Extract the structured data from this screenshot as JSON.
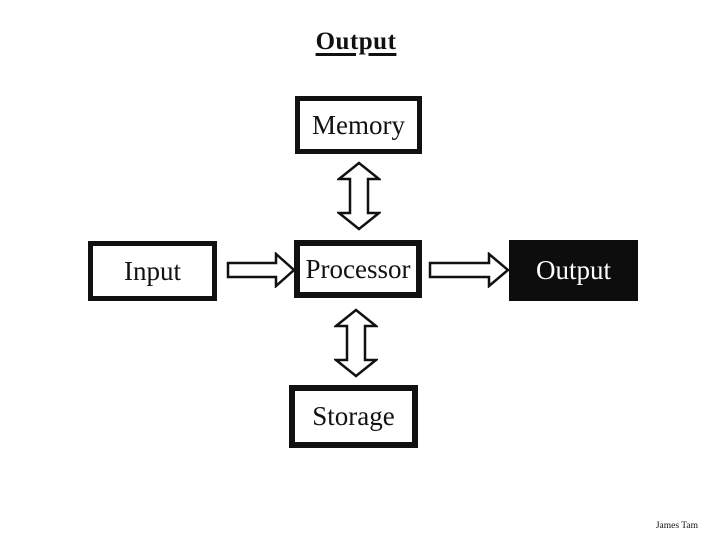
{
  "slide": {
    "title": "Output",
    "credit": "James Tam"
  },
  "diagram": {
    "nodes": [
      {
        "id": "memory",
        "label": "Memory",
        "style": "outline"
      },
      {
        "id": "input",
        "label": "Input",
        "style": "outline"
      },
      {
        "id": "processor",
        "label": "Processor",
        "style": "outline"
      },
      {
        "id": "output",
        "label": "Output",
        "style": "filled-black"
      },
      {
        "id": "storage",
        "label": "Storage",
        "style": "outline"
      }
    ],
    "connectors": [
      {
        "from": "memory",
        "to": "processor",
        "type": "double-arrow-vertical"
      },
      {
        "from": "input",
        "to": "processor",
        "type": "arrow-right"
      },
      {
        "from": "processor",
        "to": "output",
        "type": "arrow-right"
      },
      {
        "from": "processor",
        "to": "storage",
        "type": "double-arrow-vertical"
      }
    ]
  },
  "colors": {
    "background": "#ffffff",
    "ink": "#111111",
    "filled_node_bg": "#0d0d0d",
    "filled_node_text": "#ffffff"
  }
}
